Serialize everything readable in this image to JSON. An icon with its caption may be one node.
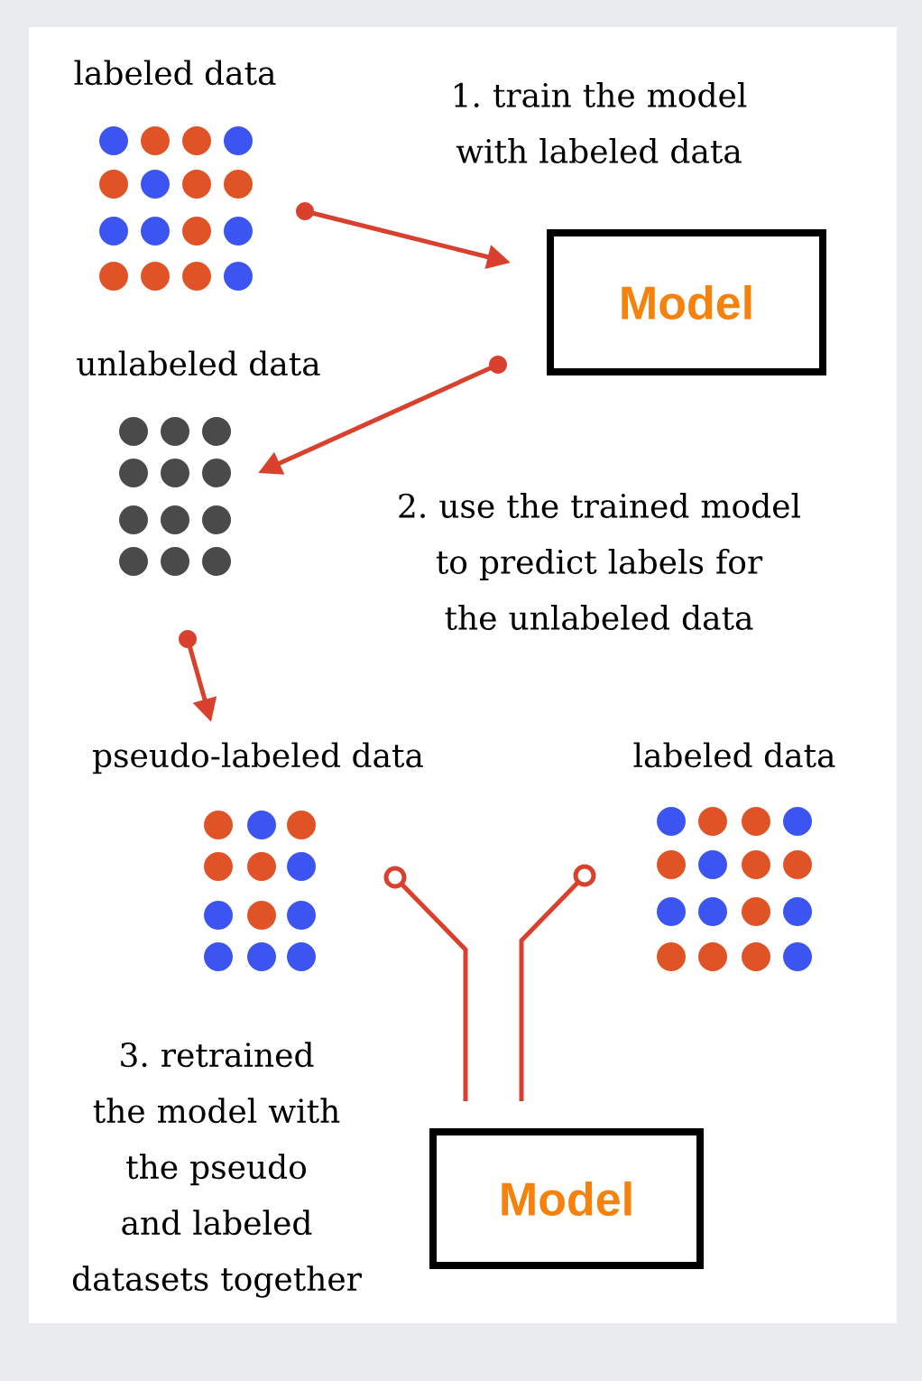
{
  "diagram": {
    "nodes": [
      {
        "text": [
          "labeled data"
        ]
      },
      {
        "text": [
          "Model"
        ]
      },
      {
        "text": [
          "unlabeled data"
        ]
      },
      {
        "text": [
          "pseudo-labeled data"
        ]
      },
      {
        "text": [
          "labeled data"
        ]
      },
      {
        "text": [
          "Model"
        ]
      }
    ],
    "edges": [
      {
        "from": 0,
        "to": 1,
        "arrow": "to"
      },
      {
        "from": 1,
        "to": 2,
        "arrow": "to"
      },
      {
        "from": 2,
        "to": 3,
        "arrow": "to"
      },
      {
        "from": 3,
        "to": 5,
        "arrow": "other"
      },
      {
        "from": 4,
        "to": 5,
        "arrow": "other"
      }
    ],
    "labels": [
      "1. train the model with labeled data",
      "2. use the trained model to predict labels for the unlabeled data",
      "3. retrained the model with the pseudo and labeled datasets together"
    ]
  }
}
